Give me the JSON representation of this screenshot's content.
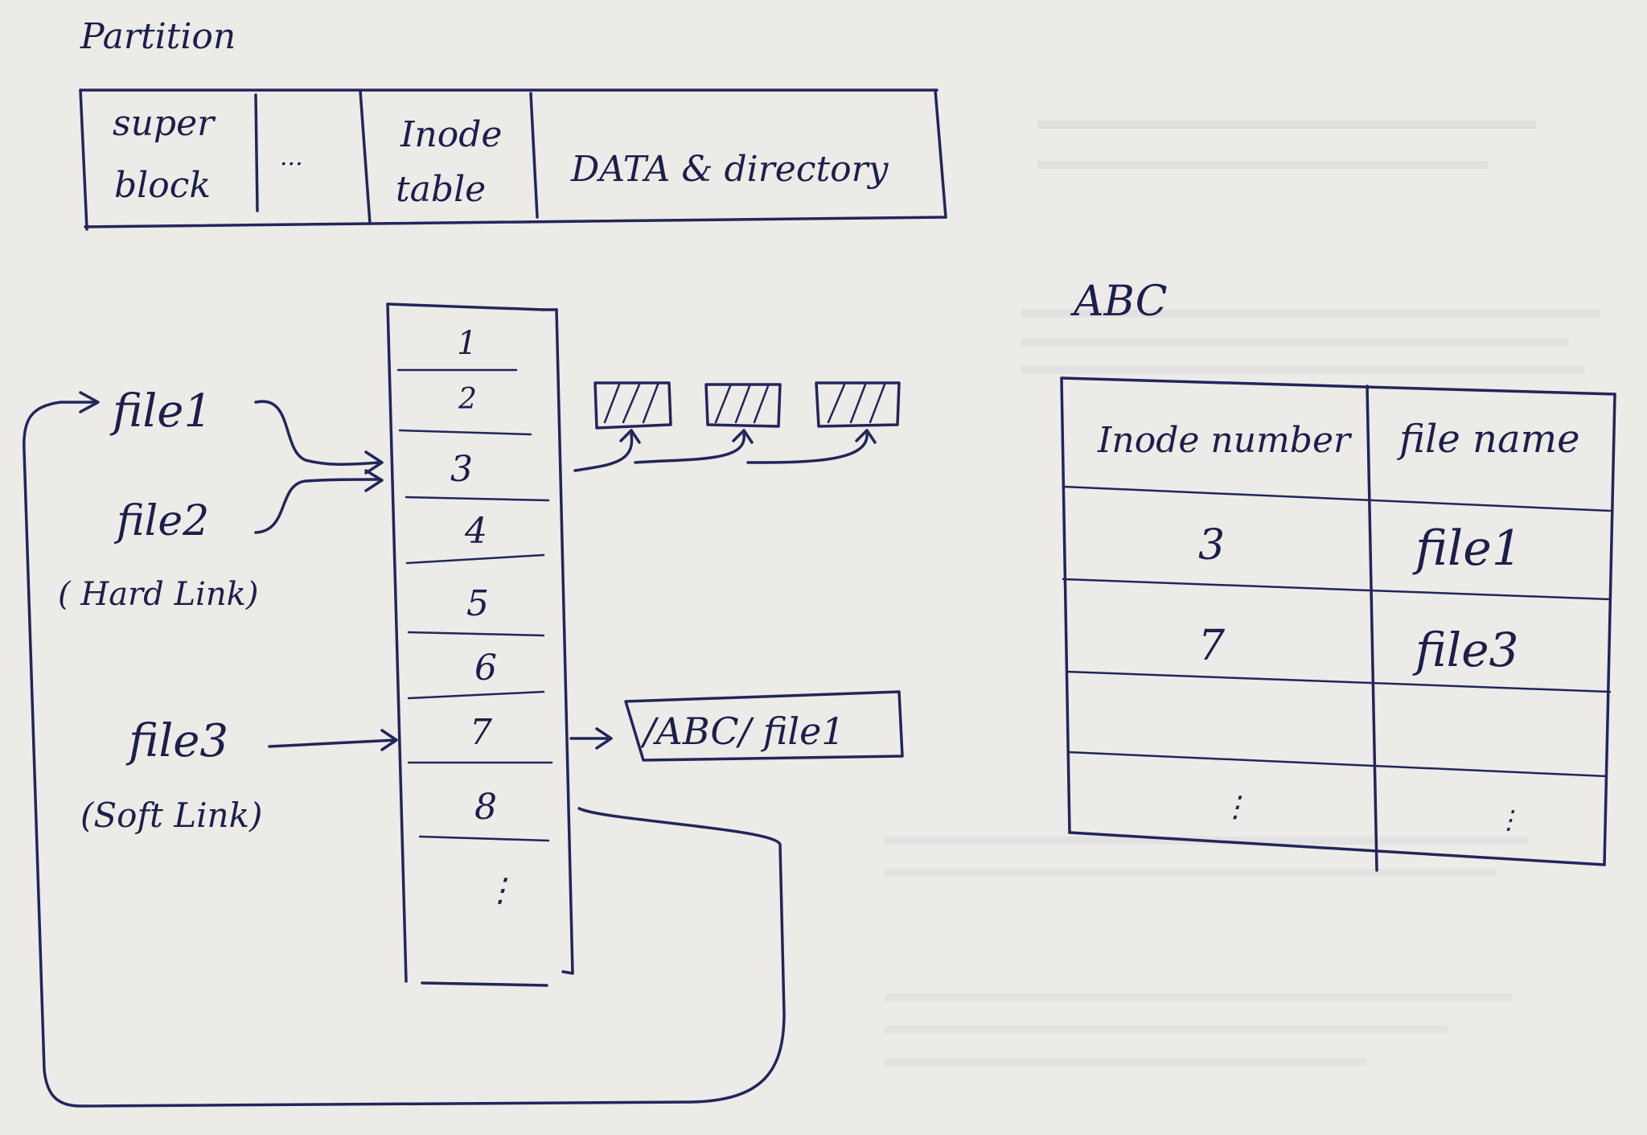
{
  "partition": {
    "title": "Partition",
    "cells": [
      "super",
      "block",
      "...",
      "Inode",
      "table",
      "DATA & directory"
    ]
  },
  "inode_table": {
    "rows": [
      "1",
      "2",
      "3",
      "4",
      "5",
      "6",
      "7",
      "8",
      "⋮"
    ]
  },
  "files": {
    "file1": "file1",
    "file2": "file2",
    "file2_note": "( Hard Link)",
    "file3": "file3",
    "file3_note": "(Soft Link)"
  },
  "soft_link_target": "/ABC/ file1",
  "directory": {
    "name": "ABC",
    "headers": [
      "Inode number",
      "file name"
    ],
    "rows": [
      [
        "3",
        "file1"
      ],
      [
        "7",
        "file3"
      ],
      [
        "",
        ""
      ],
      [
        "⋮",
        "⋮"
      ]
    ]
  }
}
